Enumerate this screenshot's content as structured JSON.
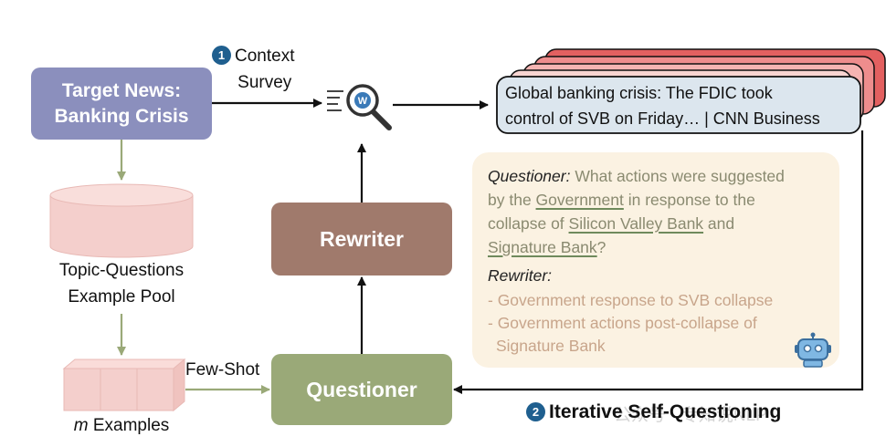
{
  "nodes": {
    "target_news": "Target News:\nBanking Crisis",
    "rewriter": "Rewriter",
    "questioner": "Questioner"
  },
  "labels": {
    "context_survey": "Context\nSurvey",
    "context_survey_step": "1",
    "topic_pool": "Topic-Questions\nExample Pool",
    "few_shot": "Few-Shot",
    "m_examples_var": "m",
    "m_examples_rest": " Examples",
    "iterative": "Iterative Self-Questioning",
    "iterative_step": "2"
  },
  "search_result": {
    "line1": "Global banking crisis: The FDIC took",
    "line2": "control of SVB on Friday… | CNN Business"
  },
  "example_panel": {
    "questioner_role": "Questioner:",
    "q_part1": " What actions were suggested",
    "q_part2": "by the ",
    "q_government": "Government",
    "q_part3": " in response to the",
    "q_part4": "collapse of ",
    "q_svb": "Silicon Valley Bank",
    "q_part5": " and",
    "q_signature": "Signature Bank",
    "q_part6": "?",
    "rewriter_role": "Rewriter:",
    "rw_item1": "- Government response to SVB collapse",
    "rw_item2": "- Government actions post-collapse of",
    "rw_item2_cont": "Signature Bank"
  },
  "watermark": "公众号 · 专知说NLP",
  "colors": {
    "target_news": "#8b8fbd",
    "rewriter": "#a07a6c",
    "questioner": "#9aa978",
    "pool": "#f4cfcc",
    "card_fill": "#dce6ee",
    "card_stack": "#e05a5a",
    "panel": "#fbf2e2",
    "badge": "#1f5f8f"
  },
  "icons": [
    "document-search-icon",
    "robot-icon"
  ]
}
